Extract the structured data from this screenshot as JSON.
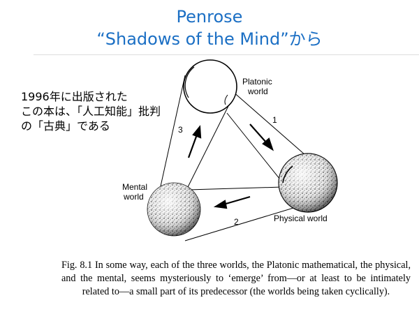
{
  "title": {
    "line1": "Penrose",
    "line2": "“Shadows of the Mind”から"
  },
  "note": {
    "lines": [
      "1996年に出版された",
      "この本は、「人工知能」批判",
      "の「古典」である"
    ]
  },
  "figure": {
    "labels": {
      "platonic_1": "Platonic",
      "platonic_2": "world",
      "mental_1": "Mental",
      "mental_2": "world",
      "physical": "Physical world",
      "num1": "1",
      "num2": "2",
      "num3": "3"
    }
  },
  "caption": {
    "text": "Fig. 8.1 In some way, each of the three worlds, the Platonic mathematical, the physical, and the mental, seems mysteriously to ‘emerge’ from—or at least to be intimately related to—a small part of its predecessor (the worlds being taken cyclically)."
  }
}
